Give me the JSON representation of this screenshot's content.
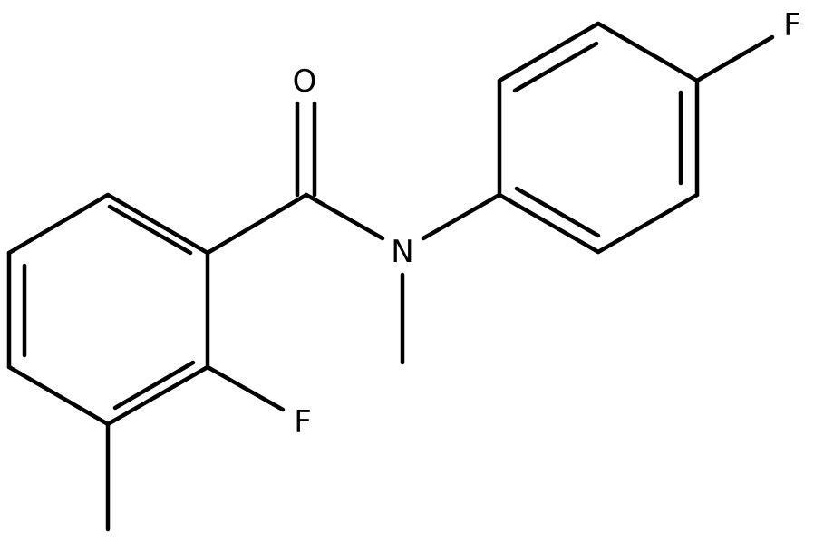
{
  "molecule": {
    "atoms": [
      {
        "id": "O",
        "label": "O",
        "color": "#000000"
      },
      {
        "id": "N",
        "label": "N",
        "color": "#000000"
      },
      {
        "id": "F_top",
        "label": "F",
        "color": "#000000"
      },
      {
        "id": "F_ring",
        "label": "F",
        "color": "#000000"
      }
    ],
    "bond_color": "#000000",
    "background": "#ffffff"
  }
}
